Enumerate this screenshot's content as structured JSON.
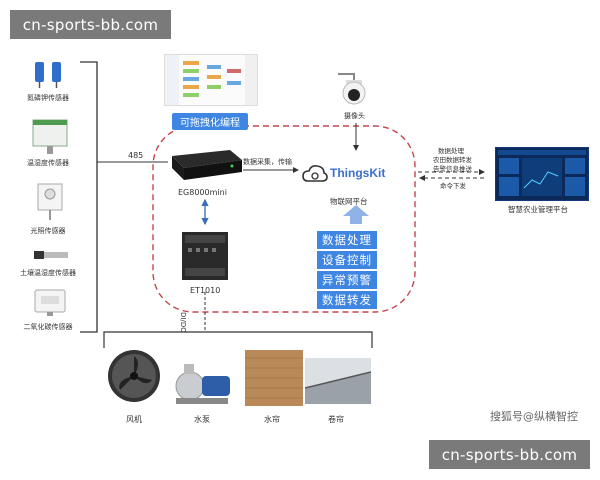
{
  "watermark_top": "cn-sports-bb.com",
  "watermark_bottom": "cn-sports-bb.com",
  "sensors": [
    {
      "label": "氮磷钾传感器"
    },
    {
      "label": "温湿度传感器"
    },
    {
      "label": "光照传感器"
    },
    {
      "label": "土壤温湿度传感器"
    },
    {
      "label": "二氧化碳传感器"
    }
  ],
  "link_485": "485",
  "programming_tag": "可拖拽化编程",
  "gateway_label": "EG8000mini",
  "io_label": "ET1010",
  "do_di_label": "DI/DO",
  "data_collect_label": "数据采集，传输",
  "camera_label": "摄像头",
  "platform_brand": "ThingsKit",
  "platform_label": "物联网平台",
  "functions": [
    "数据处理",
    "设备控制",
    "异常预警",
    "数据转发"
  ],
  "right_flow": {
    "line1": "数据处理",
    "line2": "农田数据转发",
    "line3": "告警信息推送",
    "command": "命令下发"
  },
  "mgmt_label": "智慧农业管理平台",
  "equipment": [
    {
      "label": "风机"
    },
    {
      "label": "水泵"
    },
    {
      "label": "水帘"
    },
    {
      "label": "卷帘"
    }
  ],
  "source_credit": "搜狐号@纵横智控"
}
